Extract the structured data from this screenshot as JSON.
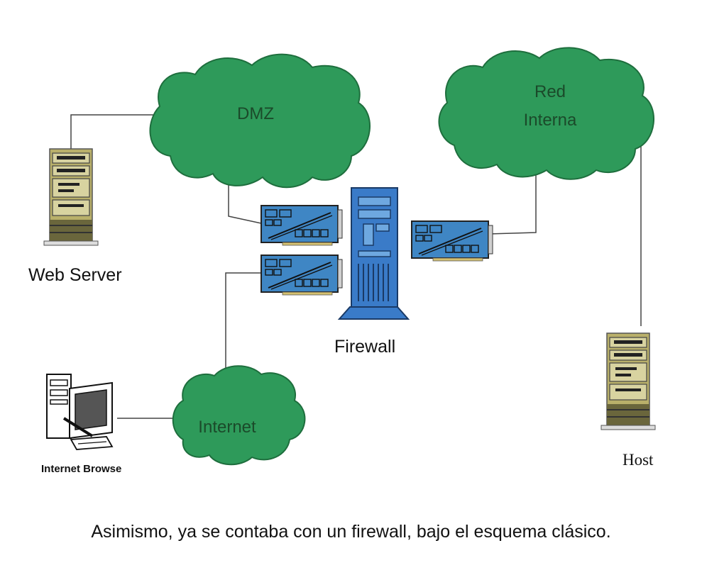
{
  "diagram": {
    "nodes": {
      "dmz": {
        "label": "DMZ"
      },
      "red_interna": {
        "label_line1": "Red",
        "label_line2": "Interna"
      },
      "internet": {
        "label": "Internet"
      },
      "web_server": {
        "label": "Web Server"
      },
      "firewall": {
        "label": "Firewall"
      },
      "host": {
        "label": "Host"
      },
      "internet_browse": {
        "label": "Internet Browse"
      }
    },
    "edges": [
      {
        "from": "web_server",
        "to": "dmz"
      },
      {
        "from": "dmz",
        "to": "firewall"
      },
      {
        "from": "firewall",
        "to": "red_interna"
      },
      {
        "from": "red_interna",
        "to": "host"
      },
      {
        "from": "firewall",
        "to": "internet"
      },
      {
        "from": "internet_browse",
        "to": "internet"
      }
    ],
    "colors": {
      "cloud_fill": "#2e9a5a",
      "cloud_stroke": "#1e6e3d",
      "nic_fill": "#3f86c4",
      "tower_fill": "#3a7bc8",
      "server_fill": "#b9b06a"
    }
  },
  "caption": "Asimismo, ya se contaba con un firewall, bajo el esquema clásico."
}
